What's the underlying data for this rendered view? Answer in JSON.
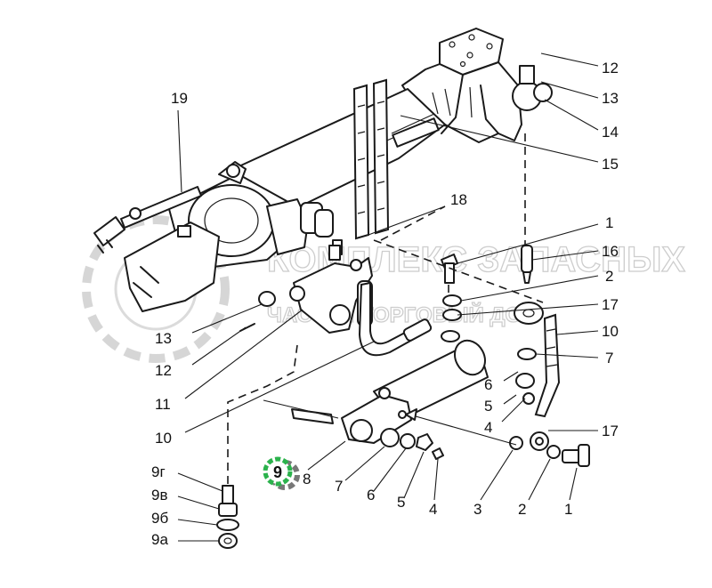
{
  "callouts": {
    "c12_top": "12",
    "c13_top": "13",
    "c14": "14",
    "c15": "15",
    "c19": "19",
    "c18": "18",
    "c1_right": "1",
    "c16": "16",
    "c2_right": "2",
    "c17_upper": "17",
    "c10_right": "10",
    "c7_right": "7",
    "c6_right": "6",
    "c5_right": "5",
    "c4_right": "4",
    "c17_lower": "17",
    "c13_left": "13",
    "c12_left": "12",
    "c11": "11",
    "c10_left": "10",
    "c8": "8",
    "c7_bottom": "7",
    "c6_bottom": "6",
    "c5_bottom": "5",
    "c4_bottom": "4",
    "c3": "3",
    "c2_bottom": "2",
    "c1_bottom": "1",
    "c9g": "9г",
    "c9v": "9в",
    "c9b": "9б",
    "c9a": "9а"
  },
  "badge": {
    "label": "9",
    "ring_color": "#2bb24c",
    "gear_color": "#777777"
  },
  "watermark": {
    "line1": "КОМПЛЕКС ЗАПАСНЫХ",
    "line2": "ЧАСТЕЙ ТОРГОВЫЙ ДОМ"
  }
}
